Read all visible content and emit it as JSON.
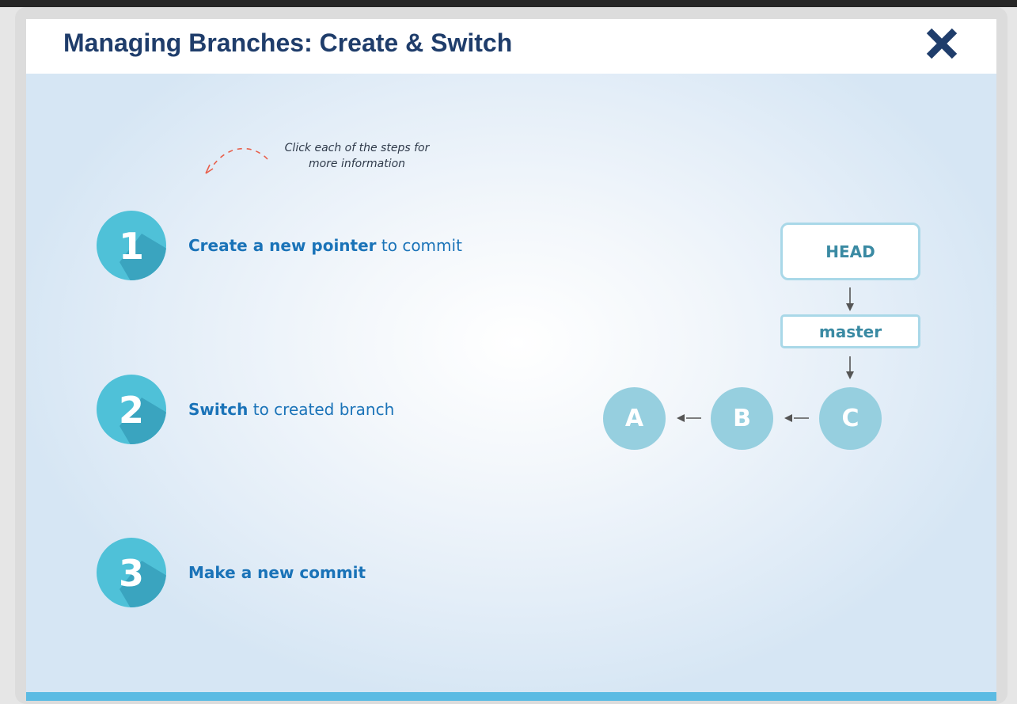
{
  "window": {
    "title": "Managing Branches: Create & Switch",
    "close_icon": "close-x-icon"
  },
  "colors": {
    "title": "#1f3d6b",
    "accent_blue": "#1a73b8",
    "step_circle": "#4fc1d8",
    "commit_circle": "#96cfdf",
    "box_border": "#a9d8e8",
    "bottom_bar": "#5bbbe3",
    "hint_arrow": "#e8604c"
  },
  "hint": {
    "line1": "Click each of the steps for",
    "line2": "more information",
    "icon": "curved-dashed-arrow-icon"
  },
  "steps": [
    {
      "number": "1",
      "bold": "Create a new pointer",
      "rest": " to commit"
    },
    {
      "number": "2",
      "bold": "Switch",
      "rest": " to created branch"
    },
    {
      "number": "3",
      "bold": "Make a new commit",
      "rest": ""
    }
  ],
  "diagram": {
    "head_label": "HEAD",
    "branch_label": "master",
    "commits": [
      "A",
      "B",
      "C"
    ]
  }
}
